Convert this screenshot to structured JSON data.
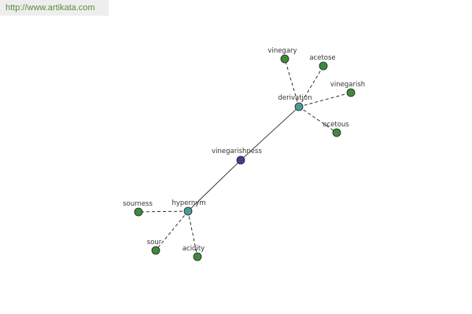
{
  "site": {
    "url_text": "http://www.artikata.com"
  },
  "colors": {
    "center_node": "#3b3f8f",
    "relation_node": "#4a9a9a",
    "leaf_node": "#3f8a3c",
    "node_stroke": "#222222",
    "edge": "#000000",
    "url_text": "#5a8a3c"
  },
  "graph": {
    "nodes": [
      {
        "id": "vinegarishness",
        "label": "vinegarishness",
        "kind": "center"
      },
      {
        "id": "derivation",
        "label": "derivation",
        "kind": "relation"
      },
      {
        "id": "hypernym",
        "label": "hypernym",
        "kind": "relation"
      },
      {
        "id": "vinegary",
        "label": "vinegary",
        "kind": "leaf"
      },
      {
        "id": "acetose",
        "label": "acetose",
        "kind": "leaf"
      },
      {
        "id": "vinegarish",
        "label": "vinegarish",
        "kind": "leaf"
      },
      {
        "id": "acetous",
        "label": "acetous",
        "kind": "leaf"
      },
      {
        "id": "sourness",
        "label": "sourness",
        "kind": "leaf"
      },
      {
        "id": "sour",
        "label": "sour",
        "kind": "leaf"
      },
      {
        "id": "acidity",
        "label": "acidity",
        "kind": "leaf"
      }
    ],
    "edges": [
      {
        "from": "vinegarishness",
        "to": "derivation",
        "style": "solid"
      },
      {
        "from": "vinegarishness",
        "to": "hypernym",
        "style": "solid"
      },
      {
        "from": "derivation",
        "to": "vinegary",
        "style": "dashed"
      },
      {
        "from": "derivation",
        "to": "acetose",
        "style": "dashed"
      },
      {
        "from": "derivation",
        "to": "vinegarish",
        "style": "dashed"
      },
      {
        "from": "derivation",
        "to": "acetous",
        "style": "dashed"
      },
      {
        "from": "hypernym",
        "to": "sourness",
        "style": "dashed"
      },
      {
        "from": "hypernym",
        "to": "sour",
        "style": "dashed"
      },
      {
        "from": "hypernym",
        "to": "acidity",
        "style": "dashed"
      }
    ]
  }
}
